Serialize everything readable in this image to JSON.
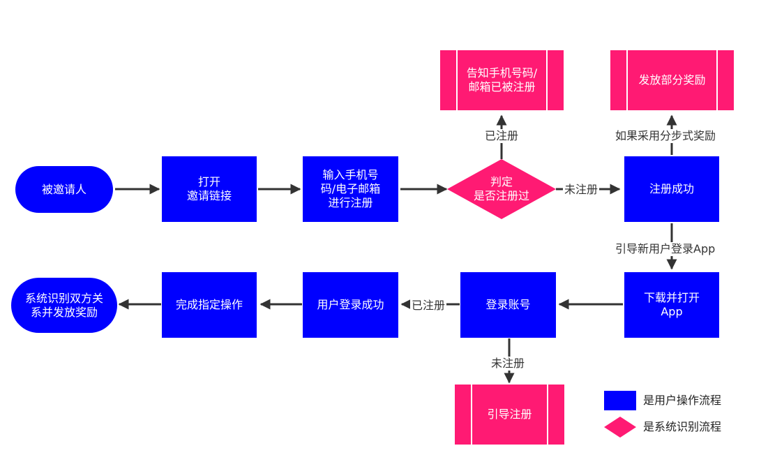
{
  "nodes": {
    "invitee": "被邀请人",
    "open_link": "打开\n邀请链接",
    "input_phone": "输入手机号\n码/电子邮箱\n进行注册",
    "judge_registered": "判定\n是否注册过",
    "notify_registered": "告知手机号码/\n邮箱已被注册",
    "register_success": "注册成功",
    "partial_reward": "发放部分奖励",
    "download_app": "下载并打开\nApp",
    "login_account": "登录账号",
    "user_login_success": "用户登录成功",
    "complete_action": "完成指定操作",
    "system_reward": "系统识别双方关\n系并发放奖励",
    "guide_register": "引导注册"
  },
  "edge_labels": {
    "registered_up": "已注册",
    "not_registered_right": "未注册",
    "step_reward": "如果采用分步式奖励",
    "guide_new_user": "引导新用户登录App",
    "registered_left": "已注册",
    "not_registered_down": "未注册"
  },
  "legend": {
    "user_flow": "是用户操作流程",
    "system_flow": "是系统识别流程"
  },
  "colors": {
    "user_operation": "#0000ff",
    "system_recognition": "#ff1a73",
    "arrow": "#333333"
  }
}
